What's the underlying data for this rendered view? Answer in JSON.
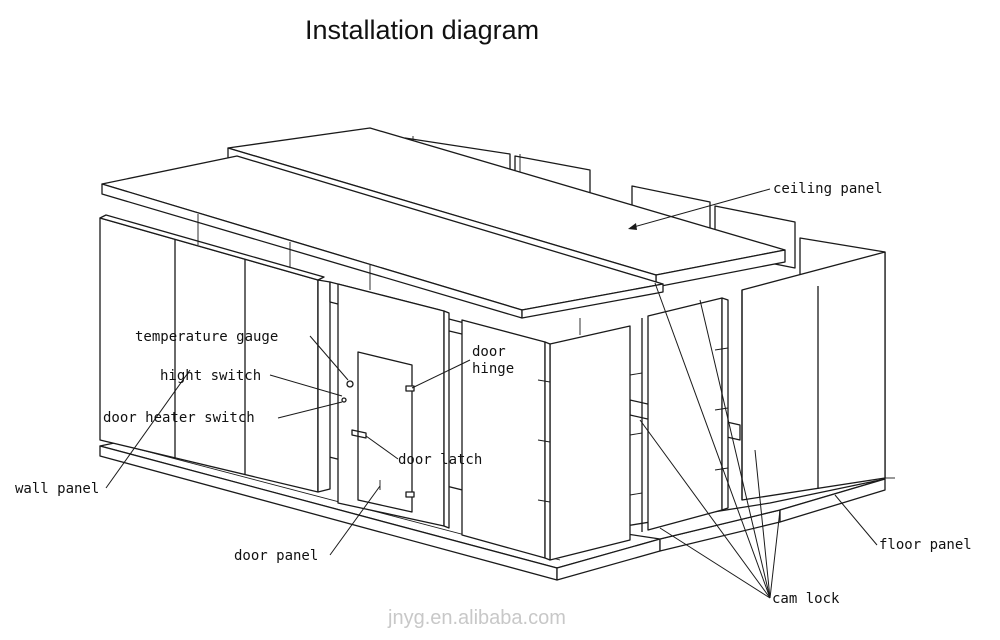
{
  "title": "Installation diagram",
  "watermark": "jnyg.en.alibaba.com",
  "labels": {
    "ceiling_panel": "ceiling panel",
    "temperature_gauge": "temperature gauge",
    "light_switch": "hight switch",
    "door_heater_switch": "door heater switch",
    "door_hinge_line1": "door",
    "door_hinge_line2": "hinge",
    "door_latch": "door latch",
    "wall_panel": "wall panel",
    "door_panel": "door panel",
    "floor_panel": "floor panel",
    "cam_lock": "cam lock"
  }
}
